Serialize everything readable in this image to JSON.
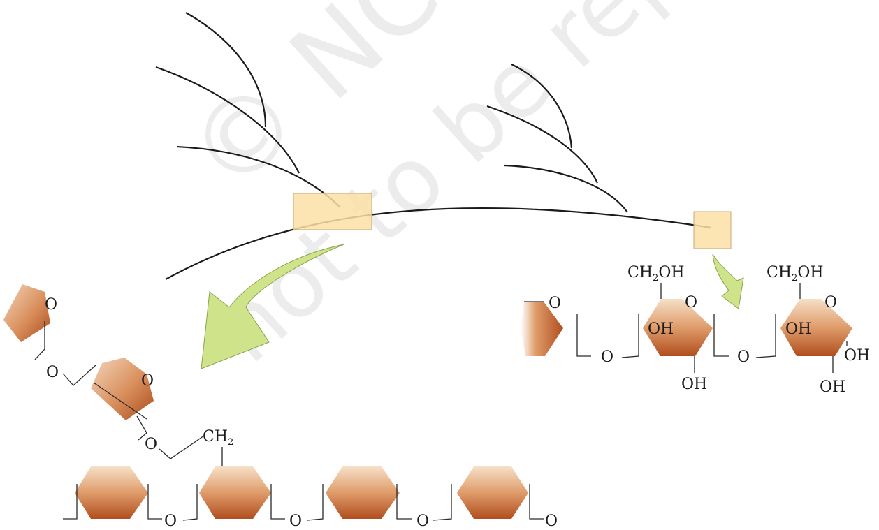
{
  "watermark": {
    "line1": "© NCERT",
    "line2": "not to be republished"
  },
  "colors": {
    "ring_top": "#f6e0c8",
    "ring_mid": "#df9c6a",
    "ring_bottom": "#b14e1f",
    "highlight_box": "#fbe1a6",
    "highlight_border": "#c8a97a",
    "arrow_fill": "#cfe48a",
    "arrow_stroke": "#8aa24a"
  },
  "left_detail": {
    "pentagon_oxygen": "O",
    "link_oxygen_1": "O",
    "ring_oxygen": "O",
    "link_oxygen_2": "O",
    "ch2": "CH",
    "ch2_sub": "2",
    "chain_oxygens": [
      "O",
      "O",
      "O",
      "O"
    ]
  },
  "right_detail": {
    "ring_oxygen_left": "O",
    "link_oxygen_1": "O",
    "link_oxygen_2": "O",
    "ring1": {
      "ch2oh_a": "CH",
      "ch2oh_sub": "2",
      "ch2oh_b": "OH",
      "ring_oxygen": "O",
      "oh_in_ring": "OH",
      "oh_bottom": "OH"
    },
    "ring2": {
      "ch2oh_a": "CH",
      "ch2oh_sub": "2",
      "ch2oh_b": "OH",
      "ring_oxygen": "O",
      "oh_in_ring": "OH",
      "oh_right": "OH",
      "oh_bottom": "OH"
    }
  }
}
